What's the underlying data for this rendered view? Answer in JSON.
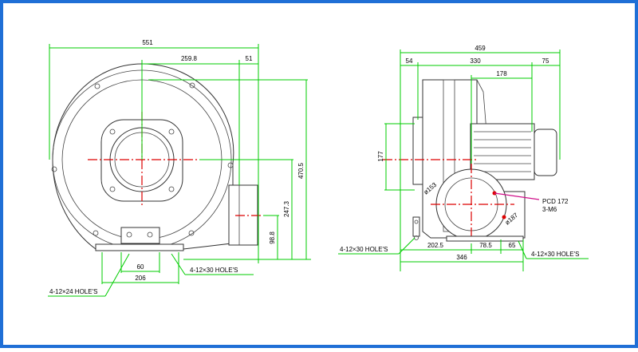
{
  "colors": {
    "border": "#1f6fd6",
    "dimension": "#00cc00",
    "centerline": "#dd0000",
    "leader": "#d0108a",
    "outline": "#333333"
  },
  "front_view": {
    "dim_width_total": "551",
    "dim_center_to_outlet": "259.8",
    "dim_outlet_width": "51",
    "dim_height_total": "470.5",
    "dim_center_height": "247.3",
    "dim_outlet_center_height": "98.8",
    "dim_foot_span": "60",
    "dim_base_width": "206",
    "note_holes_left": "4-12×24 HOLE'S",
    "note_holes_right": "4-12×30 HOLE'S"
  },
  "side_view": {
    "dim_total_length": "459",
    "dim_flange": "54",
    "dim_body": "330",
    "dim_motor_end": "75",
    "dim_motor_length": "178",
    "dim_inlet_height": "177",
    "dim_inner_dia": "ø153",
    "dim_outer_dia": "ø187",
    "dim_pcd": "PCD 172",
    "dim_bolts": "3-M6",
    "dim_base_left": "202.5",
    "dim_base_mid": "78.5",
    "dim_base_right": "65",
    "dim_base_total": "346",
    "note_holes_left": "4-12×30 HOLE'S",
    "note_holes_right": "4-12×30 HOLE'S"
  }
}
